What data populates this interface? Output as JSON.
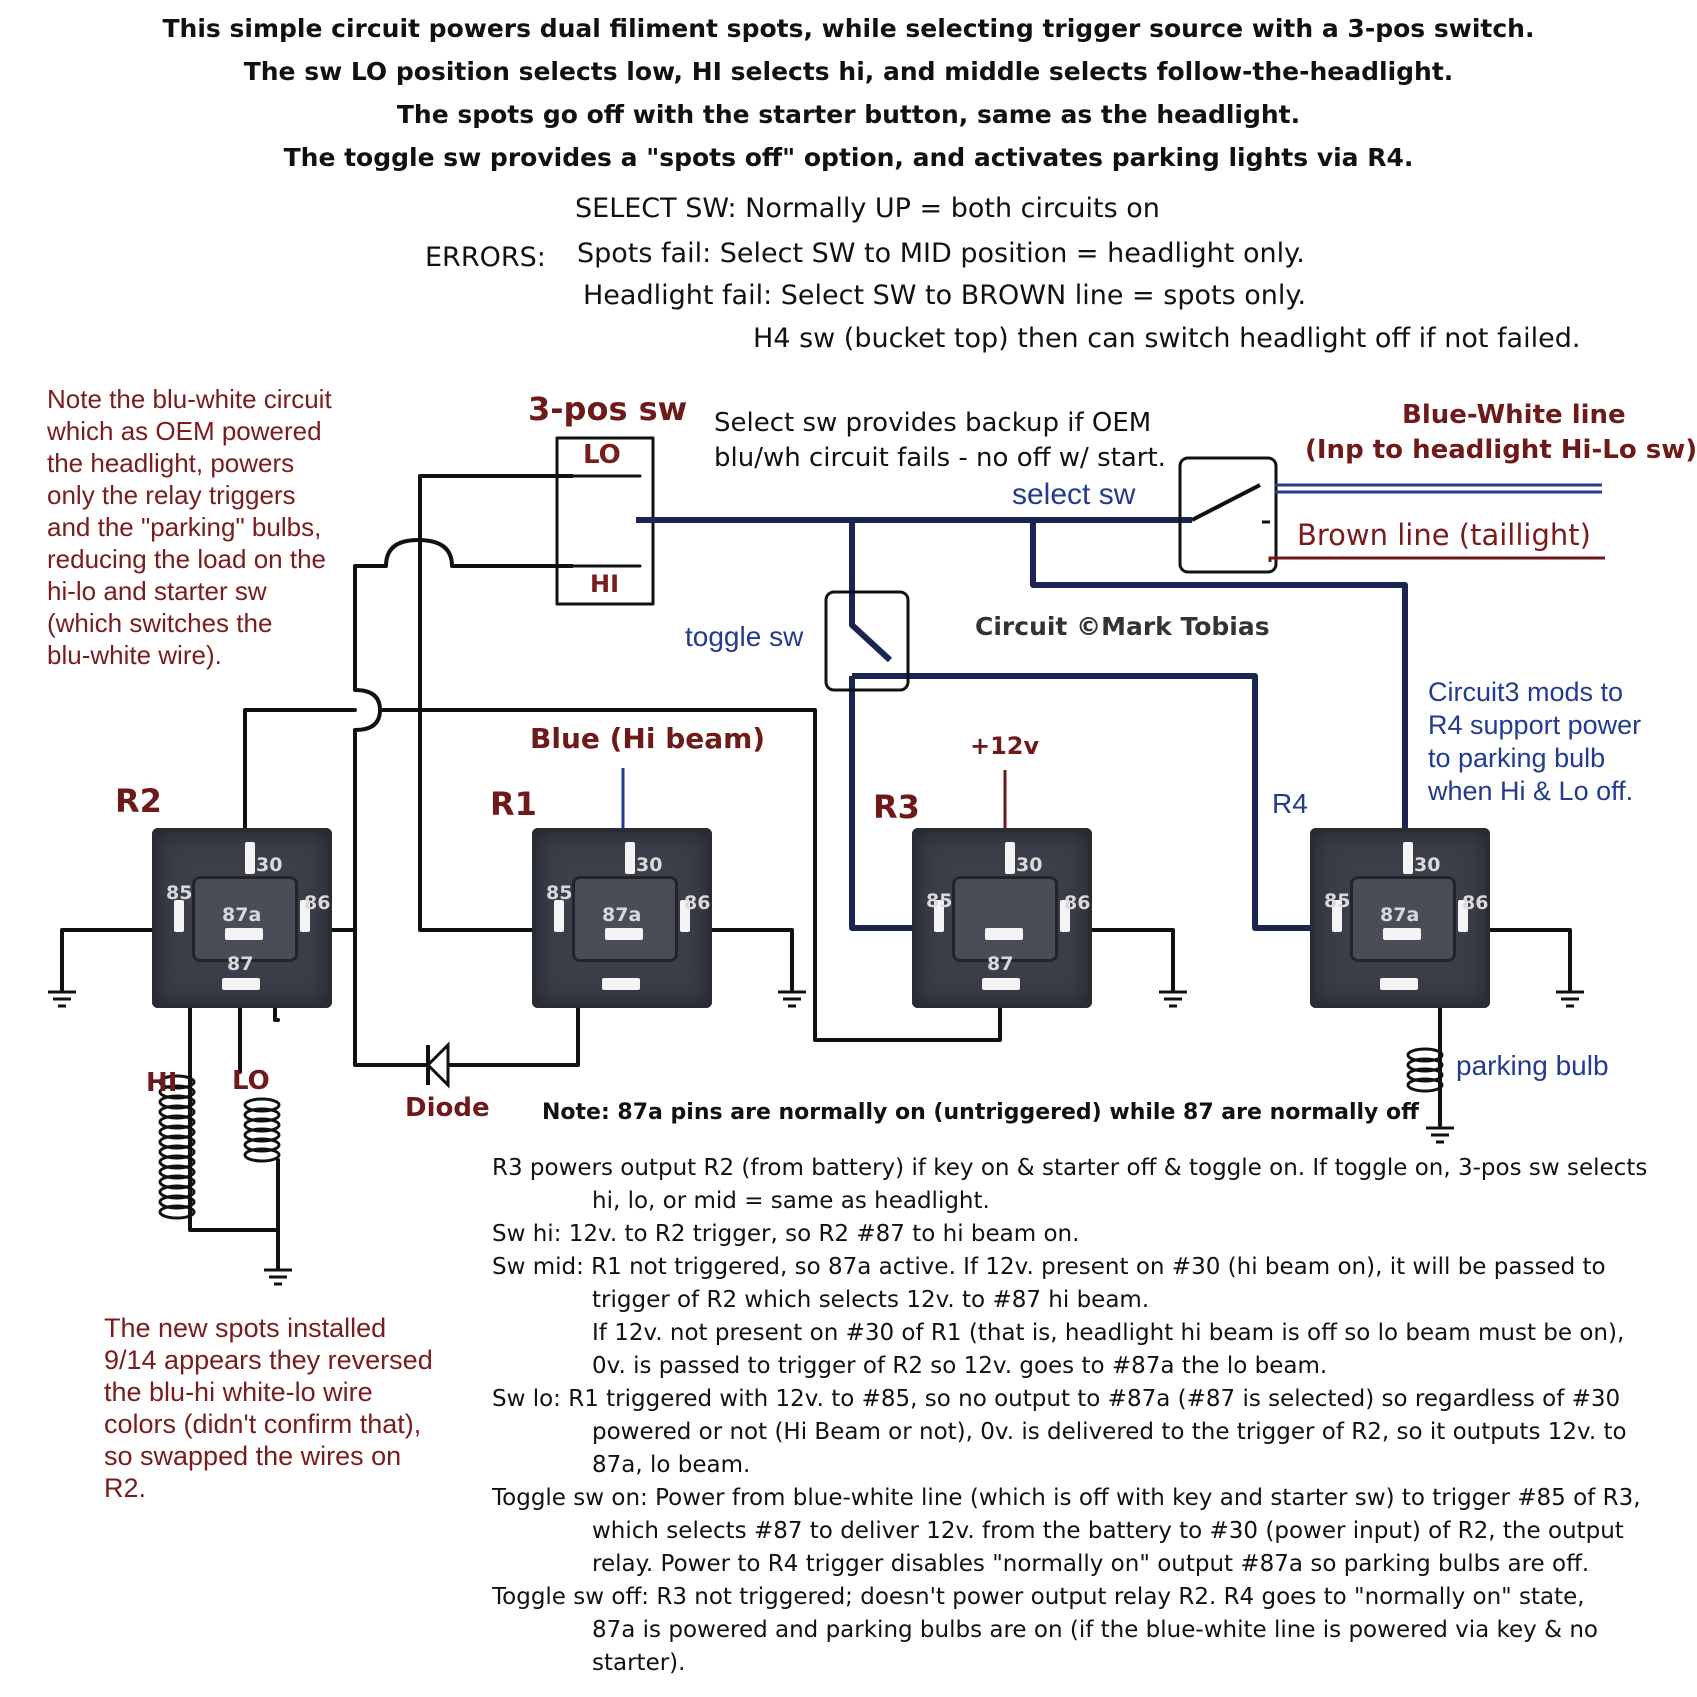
{
  "header": {
    "line1": "This simple circuit powers dual filiment spots, while selecting trigger source with a 3-pos switch.",
    "line2": "The sw LO position selects low, HI selects hi, and middle selects follow-the-headlight.",
    "line3": "The spots go off with the starter button, same as the headlight.",
    "line4": "The toggle sw provides a \"spots off\" option, and activates parking lights via R4.",
    "select_sw": "SELECT SW: Normally UP = both circuits on",
    "errors_label": "ERRORS:",
    "error1": "Spots fail: Select SW to MID position = headlight only.",
    "error2": "Headlight fail: Select SW to BROWN line = spots only.",
    "error3": "H4 sw (bucket top) then can switch headlight off if not failed."
  },
  "notes": {
    "left_note": [
      "Note the blu-white circuit",
      "which as OEM powered",
      "the headlight,  powers",
      "only the relay triggers",
      "and the \"parking\" bulbs,",
      "reducing the load on the",
      "hi-lo and starter sw",
      "(which switches the",
      "blu-white wire)."
    ],
    "bottom_left_note": [
      "The new spots installed",
      "9/14 appears they reversed",
      "the blu-hi white-lo wire",
      "colors (didn't confirm that),",
      "so swapped the wires on",
      "R2."
    ],
    "circuit3": [
      "Circuit3 mods to",
      "R4 support power",
      "to parking bulb",
      "when Hi & Lo off."
    ]
  },
  "labels": {
    "three_pos_sw": "3-pos sw",
    "lo": "LO",
    "hi": "HI",
    "select_provides": "Select sw provides backup if OEM",
    "select_provides2": "blu/wh circuit fails - no off w/ start.",
    "select_sw": "select sw",
    "blue_white_line": "Blue-White line",
    "blue_white_line2": "(Inp to headlight Hi-Lo sw)",
    "brown_line": "Brown line (taillight)",
    "toggle_sw": "toggle sw",
    "copyright": "Circuit ©Mark Tobias",
    "blue_hi_beam": "Blue (Hi beam)",
    "plus12v": "+12v",
    "r1": "R1",
    "r2": "R2",
    "r3": "R3",
    "r4": "R4",
    "coil_hi": "HI",
    "coil_lo": "LO",
    "diode": "Diode",
    "parking_bulb": "parking bulb",
    "note87": "Note: 87a pins are normally on (untriggered) while 87 are normally off"
  },
  "pins": {
    "p30": "30",
    "p85": "85",
    "p86": "86",
    "p87": "87",
    "p87a": "87a"
  },
  "explanation": [
    {
      "head": "R3 powers output R2 (from battery) if key on & starter off & toggle on. If toggle on, 3-pos sw selects",
      "rest": [
        "hi, lo, or mid = same as headlight."
      ]
    },
    {
      "head": "Sw hi:   12v. to R2 trigger, so R2 #87 to hi beam on.",
      "rest": []
    },
    {
      "head": "Sw mid: R1 not triggered, so 87a active. If 12v. present on #30 (hi beam on), it will be passed to",
      "rest": [
        "trigger of R2 which selects 12v. to #87 hi beam.",
        "If 12v. not present on #30 of R1 (that is, headlight hi beam is off so lo beam must be on),",
        "0v. is passed to trigger of R2 so 12v. goes to #87a the lo beam."
      ]
    },
    {
      "head": "Sw lo:   R1 triggered with 12v. to #85, so no output to #87a (#87 is selected) so regardless of #30",
      "rest": [
        "powered or not (Hi Beam or not), 0v. is delivered to the trigger of R2, so it outputs 12v. to",
        "87a, lo beam."
      ]
    },
    {
      "head": "Toggle sw on:  Power from blue-white line (which is off with key and starter sw) to trigger #85 of R3,",
      "rest": [
        "which selects #87 to deliver 12v. from the battery to #30 (power input) of R2, the output",
        "relay.  Power to R4 trigger disables \"normally on\" output #87a so parking bulbs are off."
      ]
    },
    {
      "head": "Toggle sw off:  R3 not triggered; doesn't power output relay R2.  R4 goes to \"normally on\" state,",
      "rest": [
        "87a is powered and parking bulbs are on (if the blue-white line is powered via key & no",
        "starter)."
      ]
    }
  ],
  "colors": {
    "wire": "#111111",
    "navy": "#1b2552",
    "blue": "#223b8f",
    "darkred": "#6e1a1a",
    "relay": "#3c3f4a"
  }
}
